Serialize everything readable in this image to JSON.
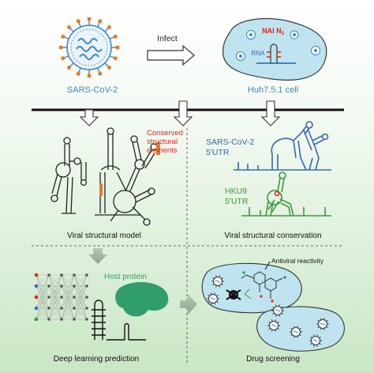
{
  "labels": {
    "virus": "SARS-CoV-2",
    "infect": "Infect",
    "cell": "Huh7.5.1 cell",
    "nai": "NAI N",
    "nai_sub": "3",
    "rna": "RNA",
    "conserved": [
      "Conserved",
      "structural",
      "elements"
    ],
    "viral_model": "Viral structural model",
    "sars_utr": [
      "SARS-CoV-2",
      "5'UTR"
    ],
    "hku9_utr": [
      "HKU9",
      "5'UTR"
    ],
    "conservation": "Viral structural conservation",
    "host_protein": "Host protein",
    "deep_learning": "Deep learning prediction",
    "antiviral": "Antiviral reactivity",
    "drug_screening": "Drug screening"
  },
  "colors": {
    "virus_blue": "#3a86c8",
    "virus_orange": "#e07b2a",
    "cell_fill": "#bfe3ef",
    "red": "#e0251b",
    "blue_text": "#3567b7",
    "green_text": "#3a9a3a",
    "host_green": "#2f9e6a"
  }
}
